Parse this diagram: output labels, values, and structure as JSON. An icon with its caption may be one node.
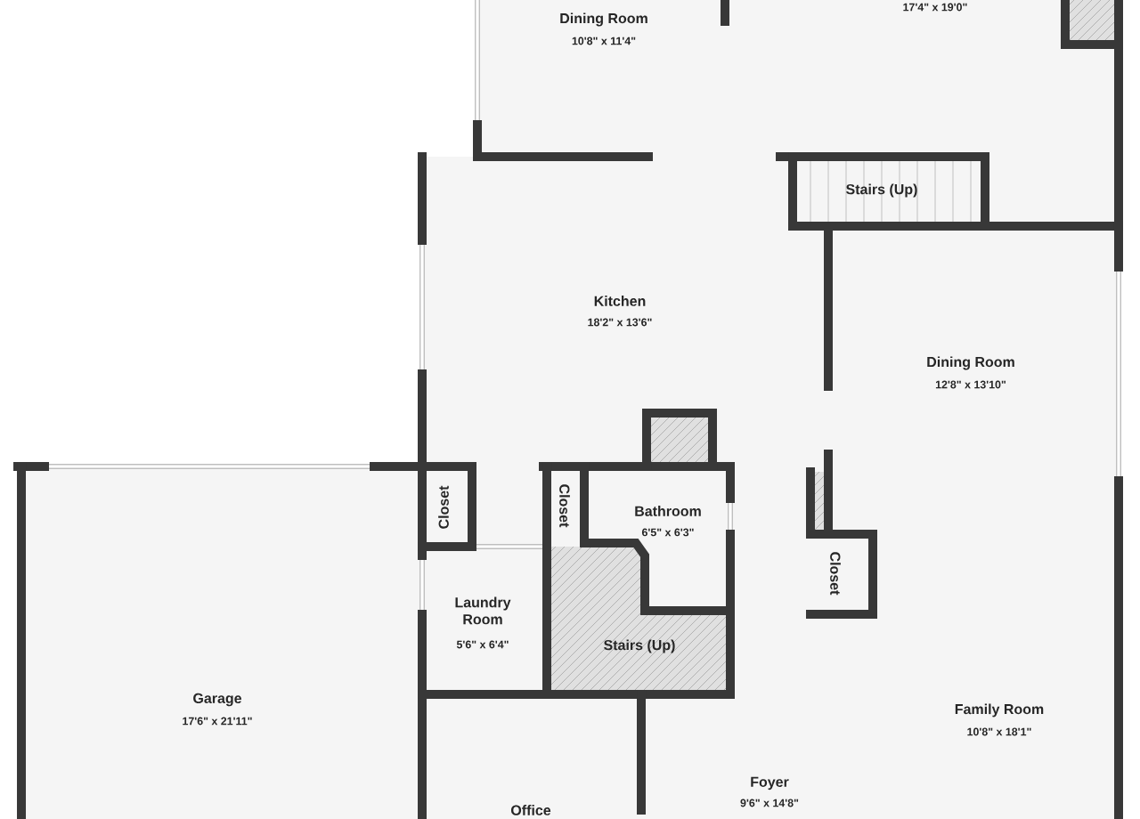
{
  "diagram": {
    "labels": [
      "Dining Room",
      "10'8\" x 11'4\"",
      "17'4\" x 19'0\"",
      "Stairs (Up)",
      "Kitchen",
      "18'2\" x 13'6\"",
      "Dining Room",
      "12'8\" x 13'10\"",
      "Closet",
      "Closet",
      "Bathroom",
      "6'5\" x 6'3\"",
      "Closet",
      "Laundry Room",
      "5'6\" x 6'4\"",
      "Stairs (Up)",
      "Garage",
      "17'6\" x 21'11\"",
      "Family Room",
      "10'8\" x 18'1\"",
      "Foyer",
      "9'6\" x 14'8\"",
      "Office"
    ]
  }
}
